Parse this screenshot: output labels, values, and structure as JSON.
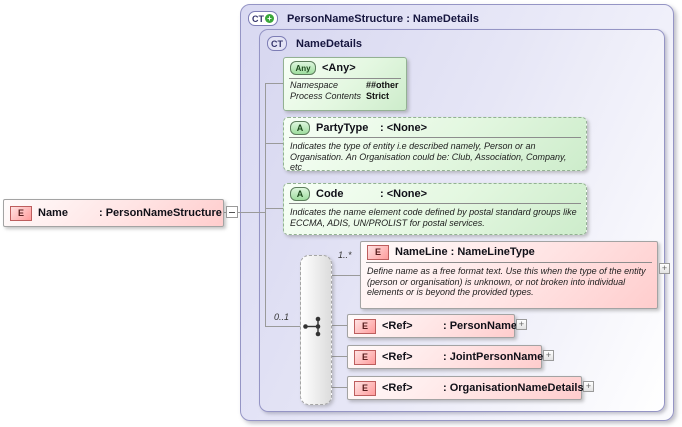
{
  "icons": {
    "expand": "+",
    "compose_plus": "+"
  },
  "name_element": {
    "badge": "E",
    "name": "Name",
    "type": ": PersonNameStructure"
  },
  "outer": {
    "badge": "CT",
    "title": "PersonNameStructure : NameDetails"
  },
  "inner": {
    "badge": "CT",
    "title": "NameDetails"
  },
  "any": {
    "badge": "Any",
    "title": "<Any>",
    "rows": [
      {
        "label": "Namespace",
        "value": "##other"
      },
      {
        "label": "Process Contents",
        "value": "Strict"
      }
    ]
  },
  "attributes": [
    {
      "badge": "A",
      "name": "PartyType",
      "type": ": <None>",
      "desc": "Indicates the type of entity i.e described namely, Person or an Organisation. An Organisation could be: Club, Association, Company, etc"
    },
    {
      "badge": "A",
      "name": "Code",
      "type": ": <None>",
      "desc": "Indicates the name element code defined by postal standard groups like ECCMA, ADIS, UN/PROLIST for postal services."
    }
  ],
  "nameline": {
    "badge": "E",
    "title": "NameLine : NameLineType",
    "cardinality": "1..*",
    "desc": "Define name as a free format text. Use this when the type of the entity (person or organisation) is unknown, or not broken into individual elements or is beyond the provided types."
  },
  "choice": {
    "cardinality": "0..1"
  },
  "refs": [
    {
      "badge": "E",
      "name": "<Ref>",
      "type": ": PersonName"
    },
    {
      "badge": "E",
      "name": "<Ref>",
      "type": ": JointPersonName"
    },
    {
      "badge": "E",
      "name": "<Ref>",
      "type": ": OrganisationNameDetails"
    }
  ]
}
